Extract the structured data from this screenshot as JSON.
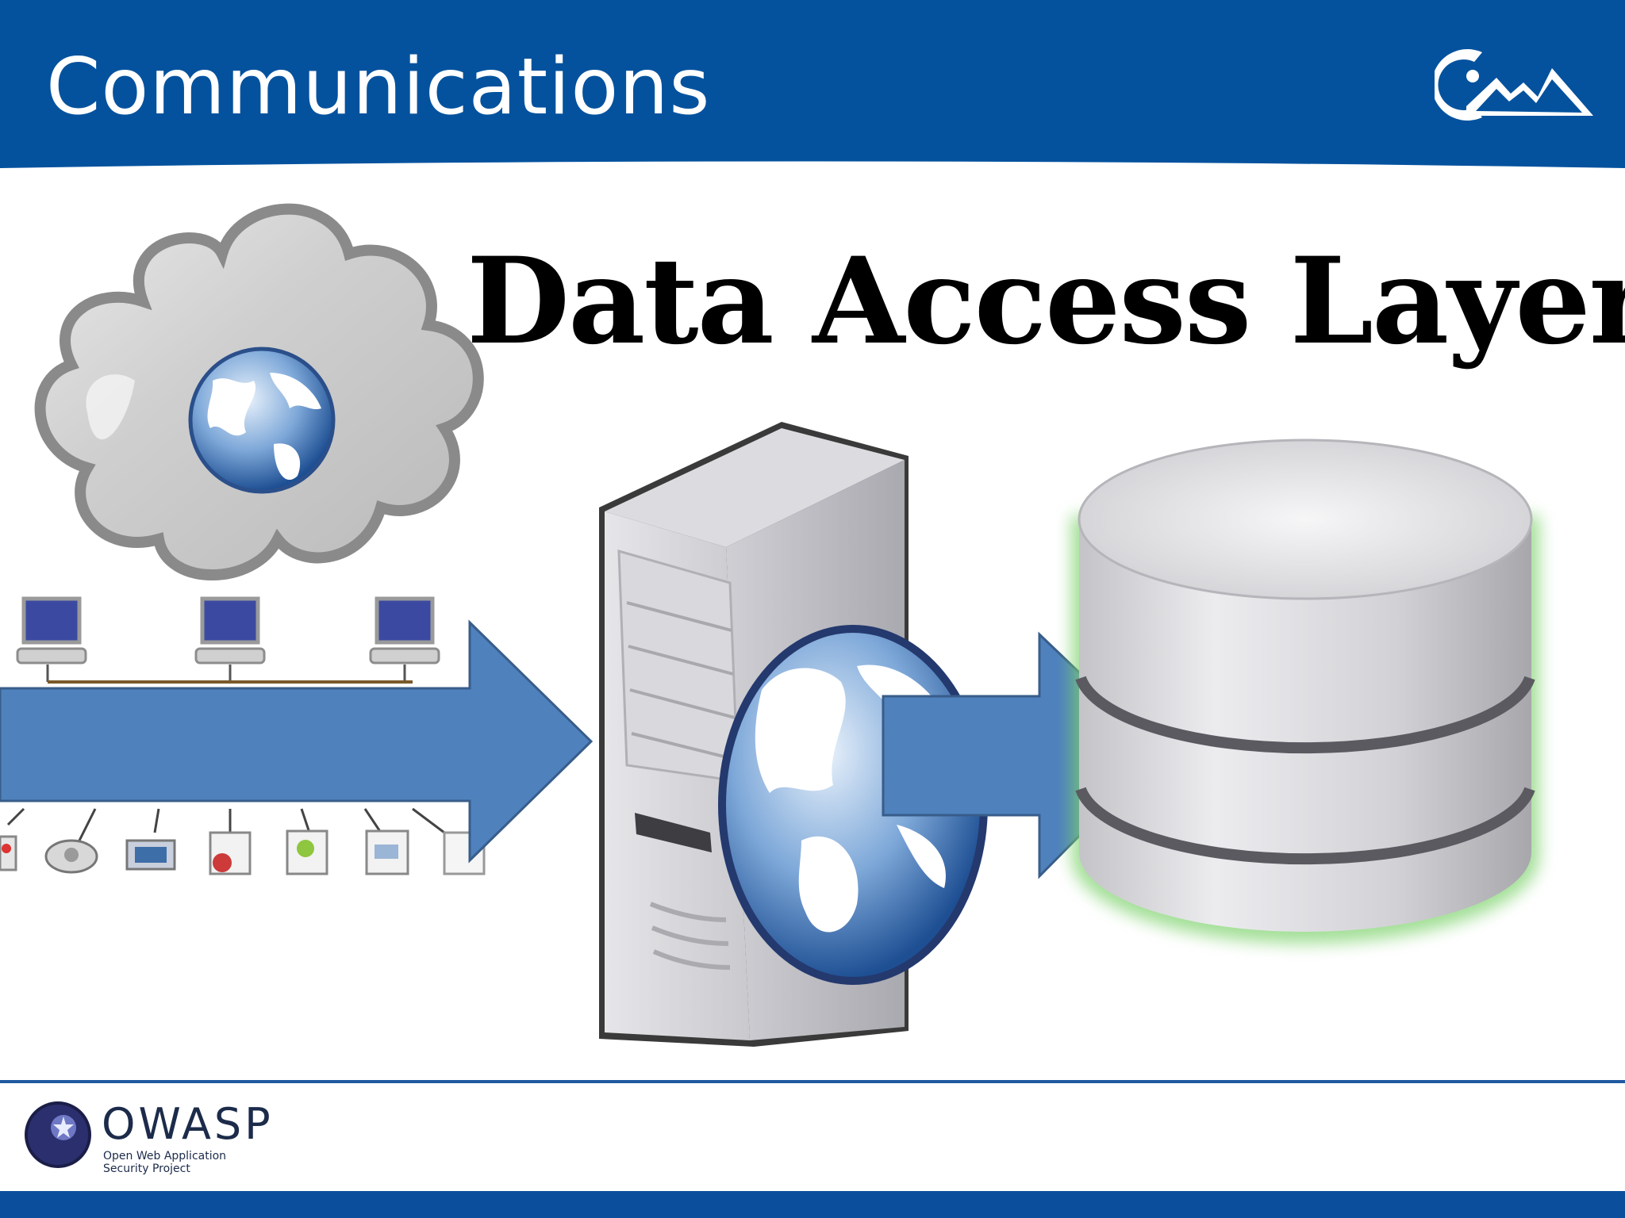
{
  "header": {
    "title": "Communications",
    "background_color": "#04529e"
  },
  "main": {
    "title": "Data Access Layer"
  },
  "diagram": {
    "nodes": [
      {
        "id": "internet-cloud",
        "icon": "cloud-globe-icon"
      },
      {
        "id": "client-network",
        "icon": "network-computers-icon"
      },
      {
        "id": "web-server",
        "icon": "server-globe-icon"
      },
      {
        "id": "database",
        "icon": "database-icon"
      }
    ],
    "arrows": [
      {
        "from": "client-network",
        "to": "web-server",
        "color": "#4f81bd"
      },
      {
        "from": "web-server",
        "to": "database",
        "color": "#4f81bd"
      }
    ]
  },
  "footer": {
    "logo_text": "OWASP",
    "logo_subtext": "Open Web Application\nSecurity Project",
    "rule_color": "#1f5aa0"
  }
}
